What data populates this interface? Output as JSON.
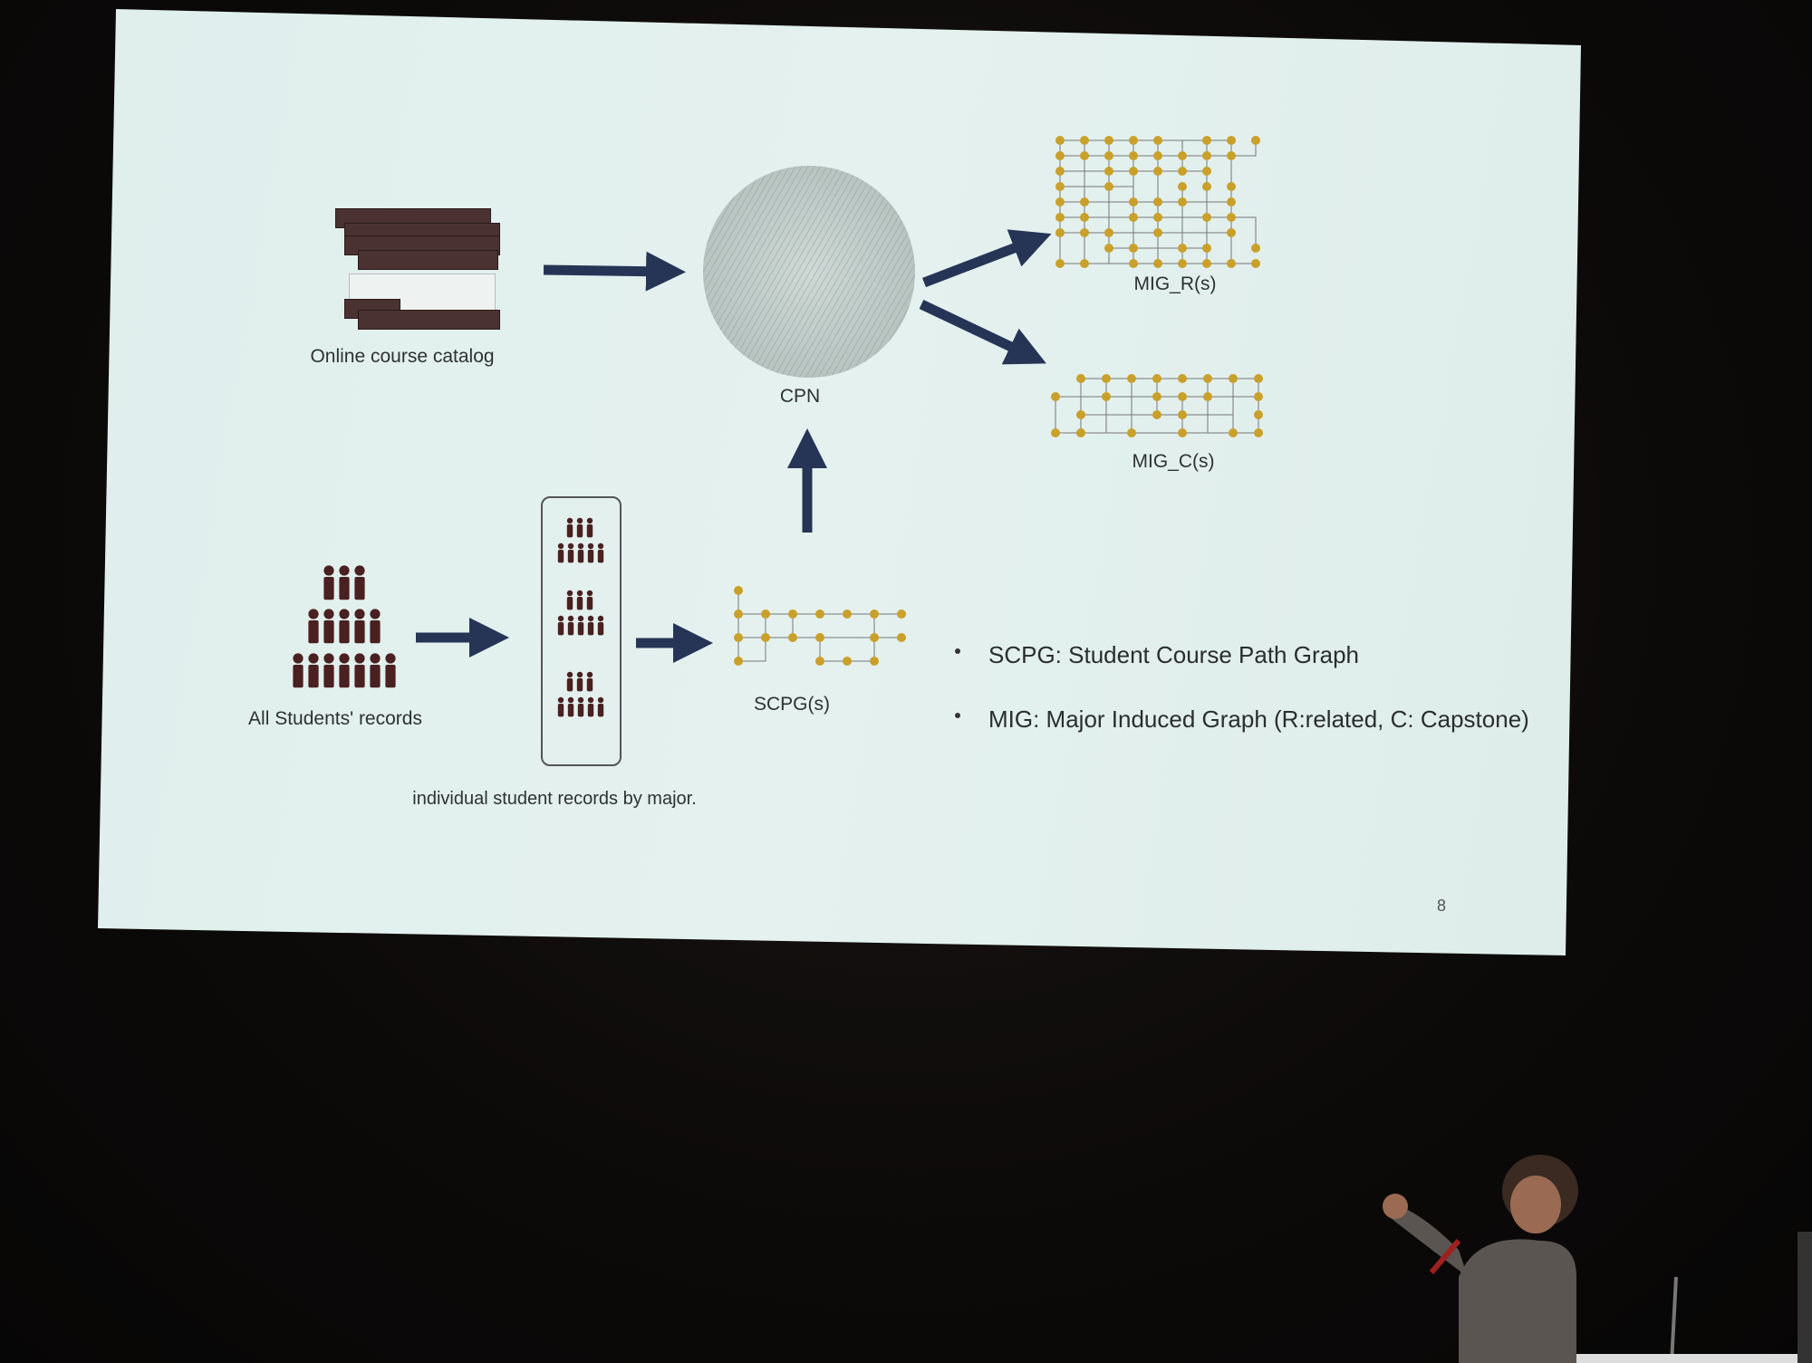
{
  "slide": {
    "page_number": "8",
    "labels": {
      "catalog": "Online course catalog",
      "cpn": "CPN",
      "mig_r": "MIG_R(s)",
      "mig_c": "MIG_C(s)",
      "scpg": "SCPG(s)",
      "all_students": "All Students' records",
      "individual_records": "individual student records by major."
    },
    "bullets": [
      "SCPG: Student Course Path Graph",
      "MIG: Major Induced Graph (R:related, C: Capstone)"
    ],
    "colors": {
      "arrow": "#263556",
      "node": "#c9a02a",
      "person": "#4a2020"
    }
  }
}
